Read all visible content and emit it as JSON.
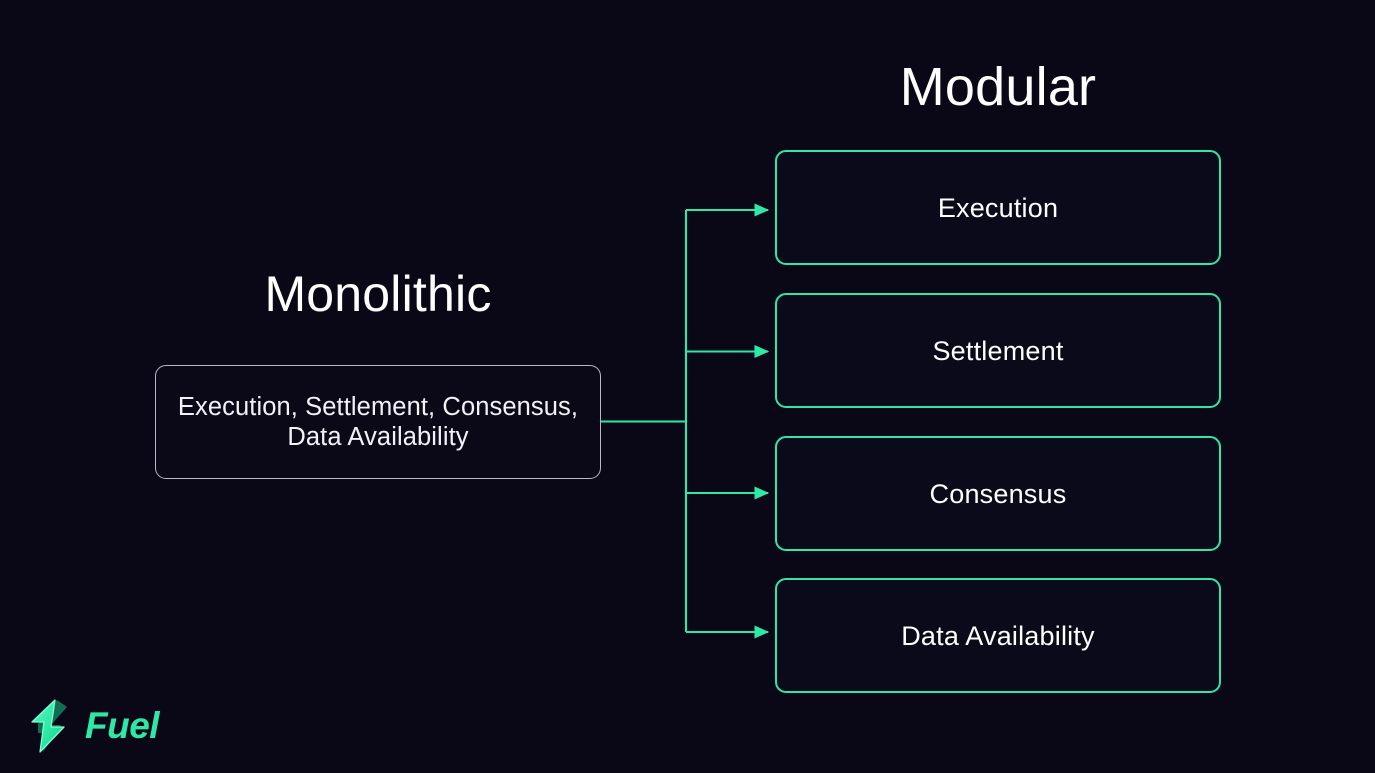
{
  "slide": {
    "background_color": "#0a0817",
    "accent_color": "#2ee8a5",
    "muted_border_color": "#b9b8c9",
    "text_color": "#ffffff"
  },
  "monolithic": {
    "title": "Monolithic",
    "box_text": "Execution, Settlement, Consensus, Data Availability"
  },
  "modular": {
    "title": "Modular",
    "boxes": [
      {
        "label": "Execution"
      },
      {
        "label": "Settlement"
      },
      {
        "label": "Consensus"
      },
      {
        "label": "Data Availability"
      }
    ]
  },
  "connectors": {
    "description": "one-to-many branching arrows from monolithic box to four modular boxes",
    "arrow_count": 4
  },
  "logo": {
    "wordmark": "Fuel",
    "icon": "lightning-bolt-icon",
    "color": "#2ee8a5"
  }
}
